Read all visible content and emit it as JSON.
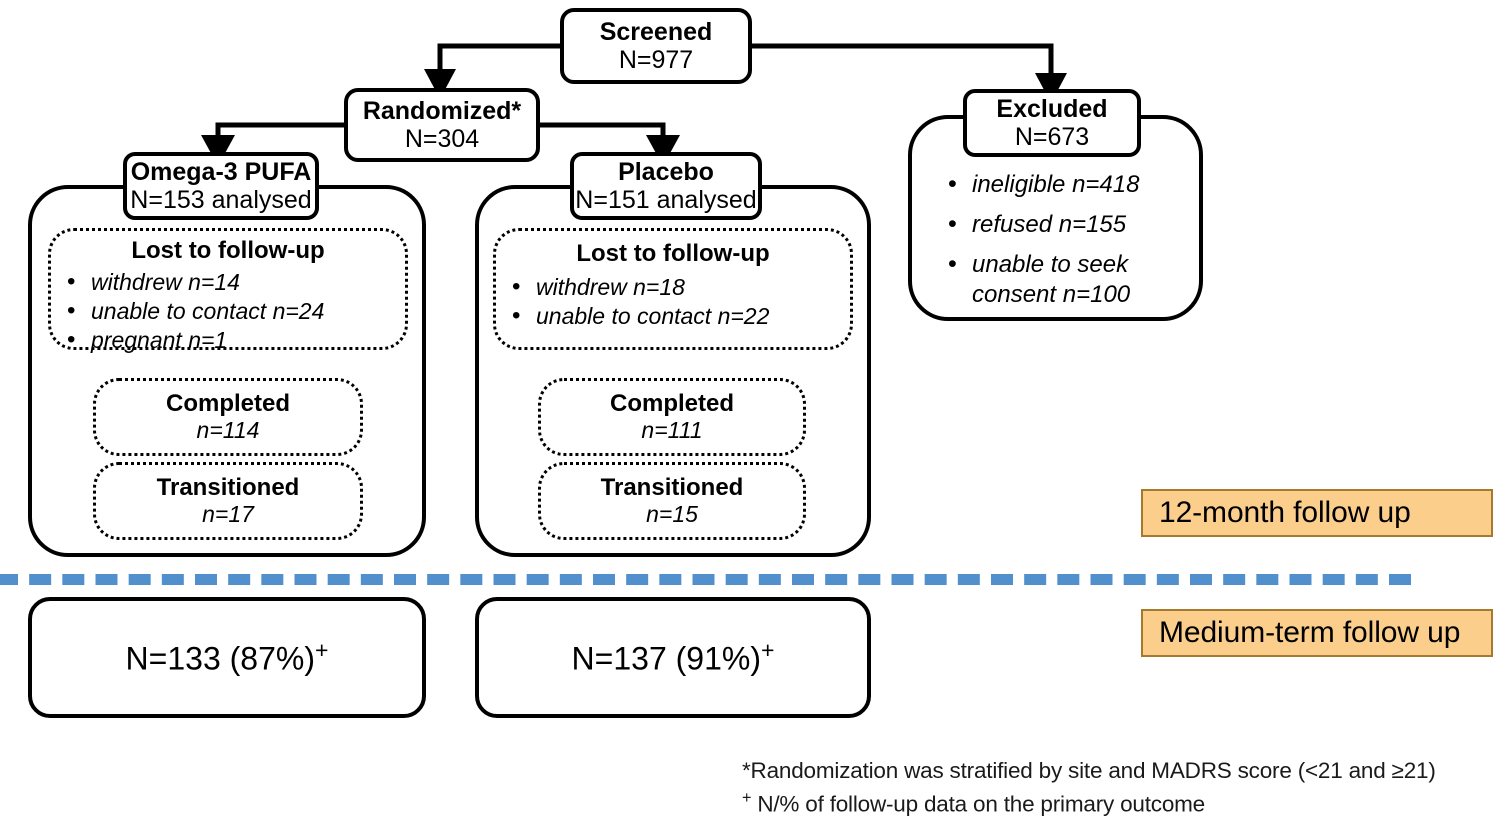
{
  "figure": {
    "type": "consort-flow-diagram",
    "title": "Participant flow diagram"
  },
  "nodes": {
    "screened": {
      "title": "Screened",
      "value": "N=977"
    },
    "randomized": {
      "title": "Randomized*",
      "value": "N=304"
    },
    "omega3": {
      "title": "Omega-3 PUFA",
      "value": "N=153 analysed"
    },
    "placebo": {
      "title": "Placebo",
      "value": "N=151 analysed"
    },
    "excluded": {
      "title": "Excluded",
      "value": "N=673"
    }
  },
  "excluded_reasons": [
    "ineligible n=418",
    "refused n=155",
    "unable to seek consent n=100"
  ],
  "omega3_arm": {
    "lost": {
      "header": "Lost to follow-up",
      "items": [
        "withdrew  n=14",
        "unable to contact n=24",
        "pregnant n=1"
      ]
    },
    "completed": {
      "header": "Completed",
      "value": "n=114"
    },
    "transitioned": {
      "header": "Transitioned",
      "value": "n=17"
    },
    "medium_term": {
      "value": "N=133 (87%)",
      "marker": "+"
    }
  },
  "placebo_arm": {
    "lost": {
      "header": "Lost to follow-up",
      "items": [
        "withdrew  n=18",
        "unable to contact n=22"
      ]
    },
    "completed": {
      "header": "Completed",
      "value": "n=111"
    },
    "transitioned": {
      "header": "Transitioned",
      "value": "n=15"
    },
    "medium_term": {
      "value": "N=137 (91%)",
      "marker": "+"
    }
  },
  "legend": {
    "twelve_month": "12-month follow up",
    "medium_term": "Medium-term follow up"
  },
  "footnotes": {
    "star": "*Randomization was stratified by site and MADRS score (<21 and ≥21)",
    "plus_marker": "+",
    "plus": " N/% of follow-up data on the primary outcome"
  },
  "colors": {
    "chip_fill": "#FBCE8C",
    "chip_border": "#A6792E",
    "divider": "#5190CD",
    "stroke": "#000000"
  }
}
